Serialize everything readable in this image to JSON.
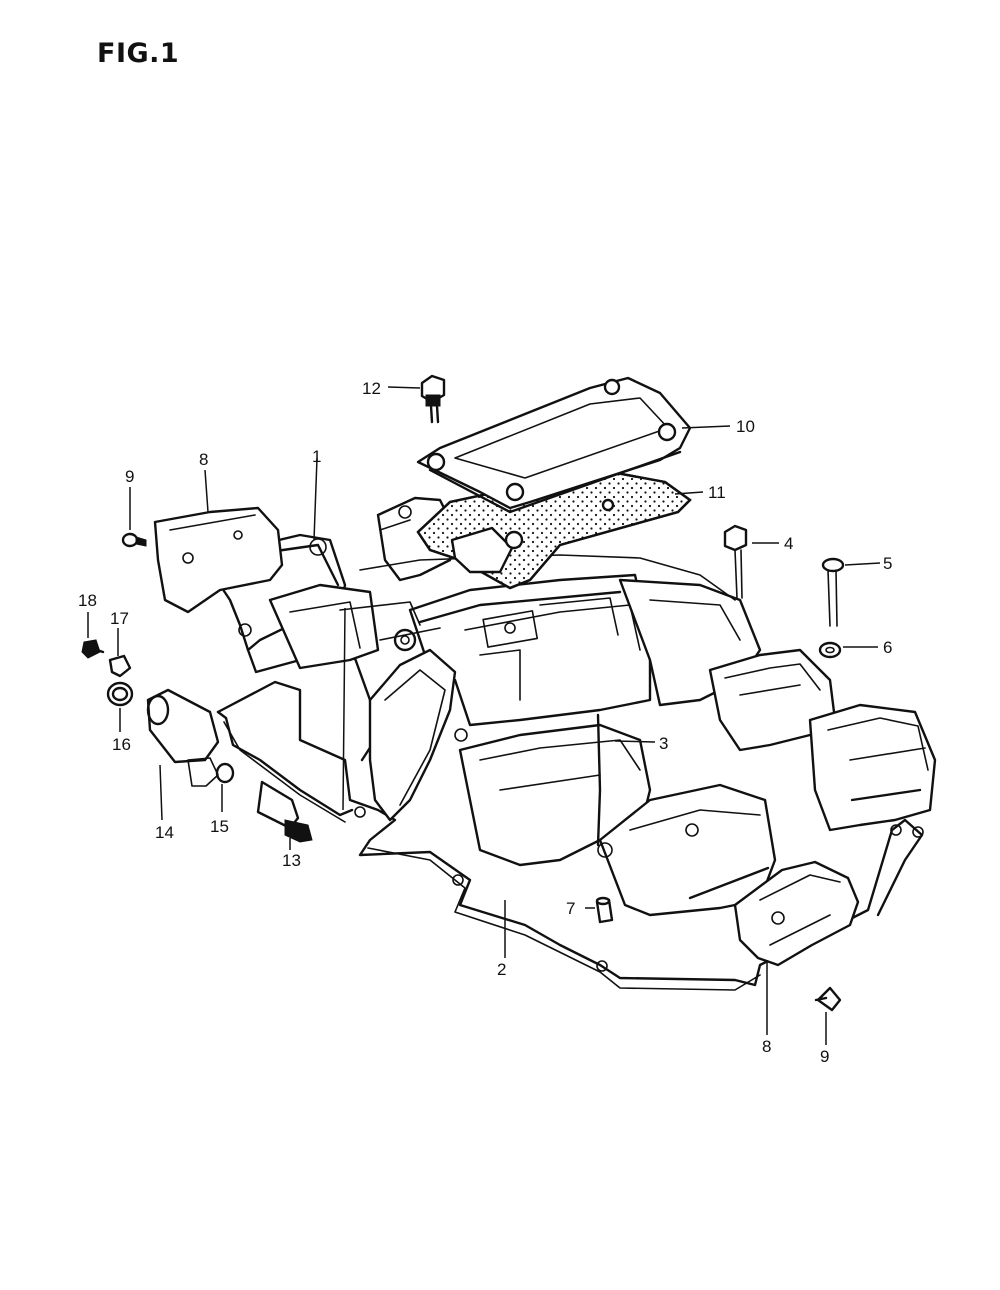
{
  "figure": {
    "title": "FIG.1"
  },
  "callouts": [
    {
      "id": "c12",
      "label": "12"
    },
    {
      "id": "c10",
      "label": "10"
    },
    {
      "id": "c11",
      "label": "11"
    },
    {
      "id": "c9a",
      "label": "9"
    },
    {
      "id": "c8a",
      "label": "8"
    },
    {
      "id": "c1",
      "label": "1"
    },
    {
      "id": "c4",
      "label": "4"
    },
    {
      "id": "c5",
      "label": "5"
    },
    {
      "id": "c6",
      "label": "6"
    },
    {
      "id": "c18",
      "label": "18"
    },
    {
      "id": "c17",
      "label": "17"
    },
    {
      "id": "c16",
      "label": "16"
    },
    {
      "id": "c14",
      "label": "14"
    },
    {
      "id": "c15",
      "label": "15"
    },
    {
      "id": "c13",
      "label": "13"
    },
    {
      "id": "c3",
      "label": "3"
    },
    {
      "id": "c7",
      "label": "7"
    },
    {
      "id": "c2",
      "label": "2"
    },
    {
      "id": "c8b",
      "label": "8"
    },
    {
      "id": "c9b",
      "label": "9"
    }
  ]
}
